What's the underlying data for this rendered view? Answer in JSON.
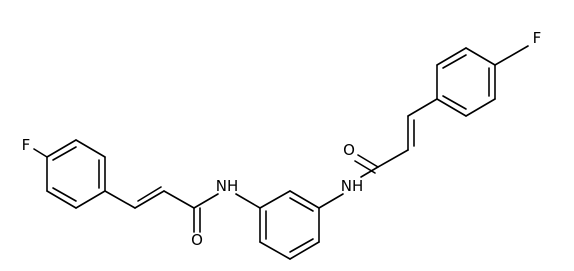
{
  "figure": {
    "kind": "skeletal structural formula",
    "background_color": "#ffffff",
    "bond_color": "#000000"
  },
  "atom_labels": {
    "fluorine_left": "F",
    "nh_left": "NH",
    "oxygen_left": "O",
    "nh_right": "NH",
    "oxygen_right": "O",
    "fluorine_right": "F"
  }
}
